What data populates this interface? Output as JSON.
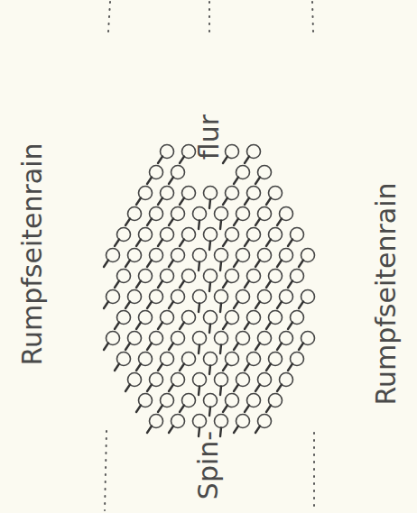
{
  "diagram": {
    "labels": [
      "Rumpfseitenrain",
      "Spin-",
      "flur",
      "Rumpfseitenrain"
    ]
  }
}
